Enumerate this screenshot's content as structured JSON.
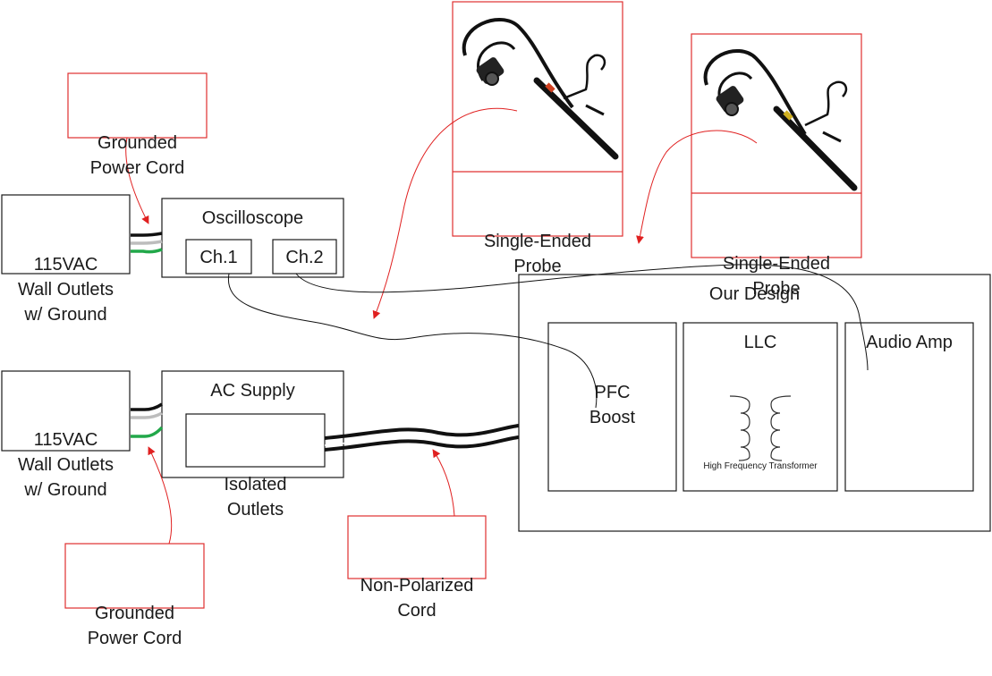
{
  "left_top": {
    "wall_outlet": [
      "115VAC",
      "Wall Outlets",
      "w/ Ground"
    ],
    "power_cord_callout": [
      "Grounded",
      "Power Cord"
    ],
    "oscilloscope": {
      "title": "Oscilloscope",
      "ch1": "Ch.1",
      "ch2": "Ch.2"
    }
  },
  "left_bottom": {
    "wall_outlet": [
      "115VAC",
      "Wall Outlets",
      "w/ Ground"
    ],
    "ac_supply": {
      "title": "AC Supply",
      "outlets": [
        "Isolated",
        "Outlets"
      ]
    },
    "power_cord_callout": [
      "Grounded",
      "Power Cord"
    ],
    "cord_callout": [
      "Non-Polarized",
      "Cord"
    ]
  },
  "probes": [
    {
      "label": [
        "Single-Ended",
        "Probe"
      ],
      "image_icon": "oscilloscope-probe-icon"
    },
    {
      "label": [
        "Single-Ended",
        "Probe"
      ],
      "image_icon": "oscilloscope-probe-icon"
    }
  ],
  "design": {
    "title": "Our Design",
    "blocks": [
      {
        "label": [
          "PFC",
          "Boost"
        ]
      },
      {
        "label": [
          "LLC"
        ],
        "component": "High Frequency Transformer"
      },
      {
        "label": [
          "Audio Amp"
        ]
      }
    ]
  },
  "colors": {
    "callout": "#e03030",
    "box": "#1a1a1a",
    "ground_wire": "#22a84a",
    "neutral_wire": "#bdbdbd"
  }
}
